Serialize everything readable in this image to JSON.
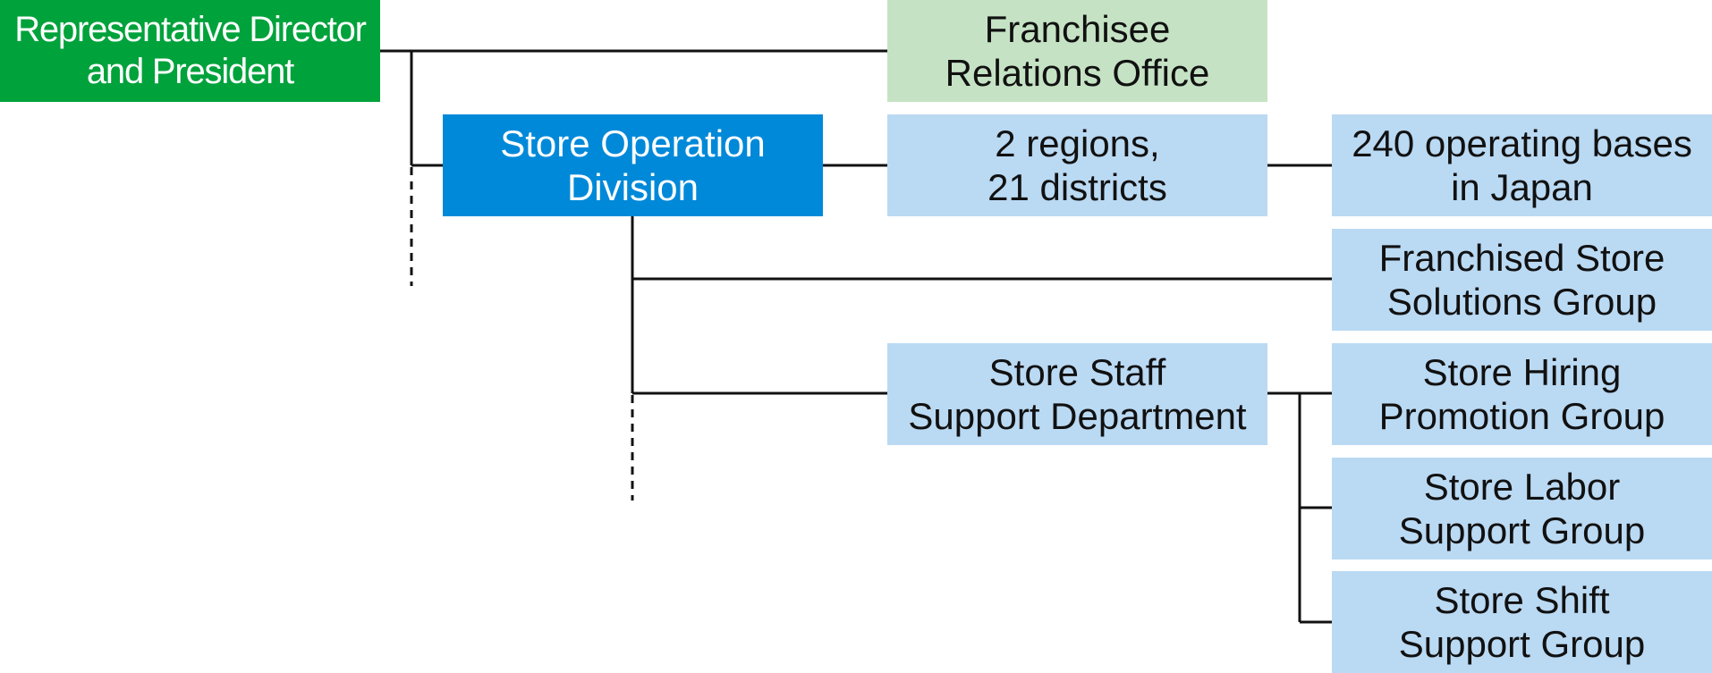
{
  "colors": {
    "top_level": "#00a23b",
    "office": "#c5e3c4",
    "division": "#0089d9",
    "unit": "#bad9f3",
    "connector": "#111111"
  },
  "nodes": {
    "president": {
      "line1": "Representative Director",
      "line2": "and President"
    },
    "franchisee_office": {
      "line1": "Franchisee",
      "line2": "Relations Office"
    },
    "store_operation": {
      "line1": "Store Operation",
      "line2": "Division"
    },
    "regions": {
      "line1": "2 regions,",
      "line2": "21 districts"
    },
    "bases": {
      "line1": "240 operating bases",
      "line2": "in Japan"
    },
    "franchised_store": {
      "line1": "Franchised Store",
      "line2": "Solutions Group"
    },
    "staff_support": {
      "line1": "Store Staff",
      "line2": "Support Department"
    },
    "hiring": {
      "line1": "Store Hiring",
      "line2": "Promotion Group"
    },
    "labor": {
      "line1": "Store Labor",
      "line2": "Support Group"
    },
    "shift": {
      "line1": "Store Shift",
      "line2": "Support Group"
    }
  }
}
